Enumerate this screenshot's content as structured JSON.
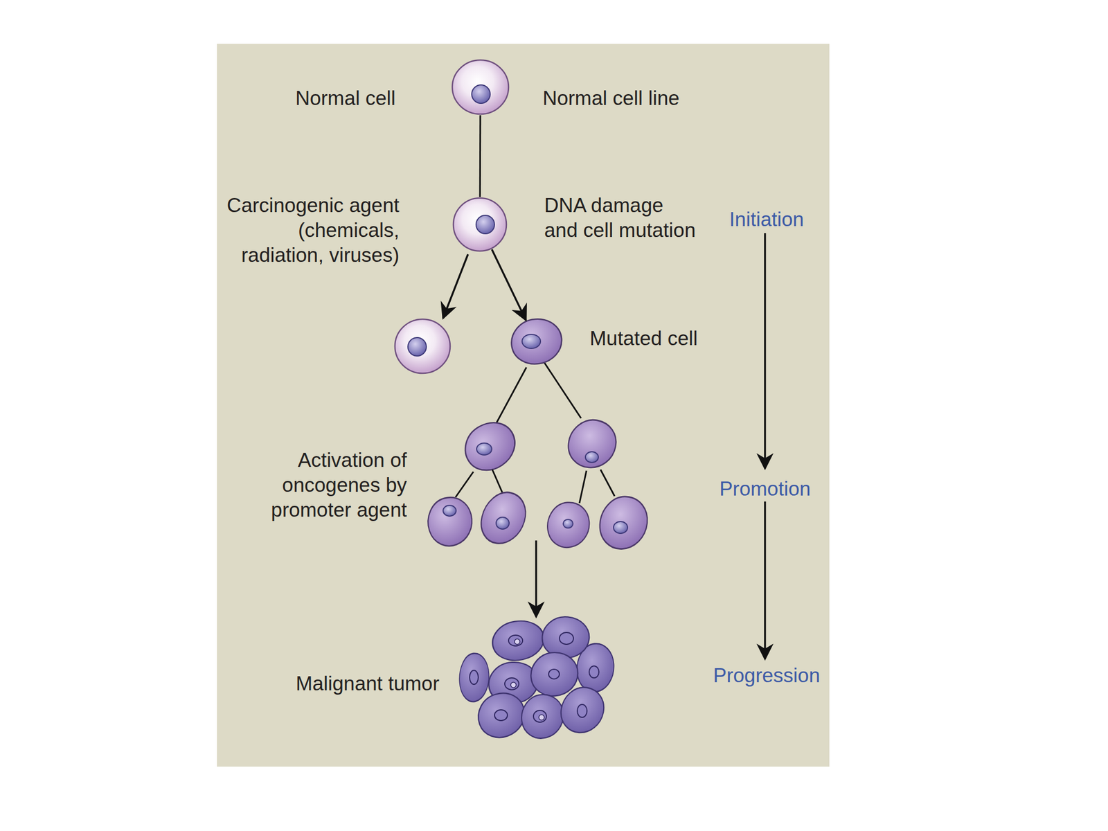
{
  "diagram": {
    "nodes": [
      {
        "text": [
          "Normal cell",
          "Normal cell line"
        ]
      },
      {
        "text": [
          "Carcinogenic agent (chemicals, radiation, viruses)",
          "DNA damage and cell mutation"
        ]
      },
      {
        "text": [
          "Mutated cell"
        ]
      },
      {
        "text": [
          "Malignant tumor"
        ]
      }
    ],
    "edges": [
      {
        "from": 0,
        "to": 1,
        "arrow": "none"
      },
      {
        "from": 1,
        "to": 2,
        "arrow": "to"
      }
    ],
    "labels": [
      "Initiation",
      "Promotion",
      "Progression",
      "Activation of oncogenes by promoter agent"
    ]
  }
}
